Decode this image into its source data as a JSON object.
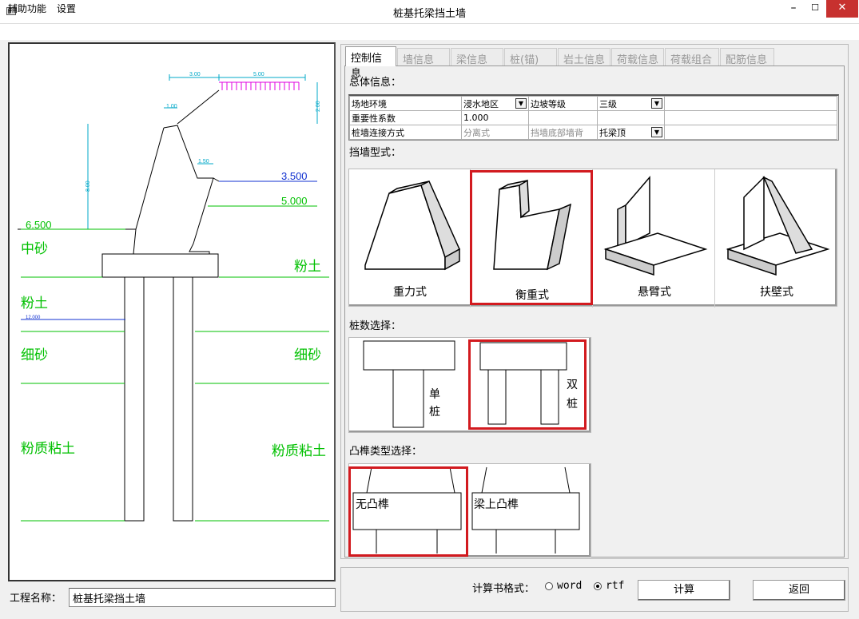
{
  "window": {
    "title": "桩基托梁挡土墙",
    "min_glyph": "–",
    "max_glyph": "☐",
    "close_glyph": "✕"
  },
  "menu": {
    "aux": "辅助功能",
    "settings": "设置"
  },
  "project": {
    "label": "工程名称：",
    "value": "桩基托梁挡土墙"
  },
  "tabs": [
    "控制信息",
    "墙信息",
    "梁信息",
    "桩(锚)",
    "岩土信息",
    "荷载信息",
    "荷载组合",
    "配筋信息"
  ],
  "sections": {
    "overall": "总体信息：",
    "wall_type": "挡墙型式：",
    "pile_count": "桩数选择：",
    "tenon_type": "凸榫类型选择："
  },
  "grid": {
    "r1": {
      "label": "场地环境",
      "value": "浸水地区",
      "label2": "边坡等级",
      "value2": "三级"
    },
    "r2": {
      "label": "重要性系数",
      "value": "1.000"
    },
    "r3": {
      "label": "桩墙连接方式",
      "value": "分离式",
      "label2": "挡墙底部墙背",
      "value2": "托梁顶"
    }
  },
  "wall_types": [
    {
      "label": "重力式",
      "selected": false
    },
    {
      "label": "衡重式",
      "selected": true
    },
    {
      "label": "悬臂式",
      "selected": false
    },
    {
      "label": "扶壁式",
      "selected": false
    }
  ],
  "pile_options": {
    "single_a": "单",
    "single_b": "桩",
    "double_a": "双",
    "double_b": "桩"
  },
  "tenon_options": {
    "none": "无凸榫",
    "beam": "梁上凸榫"
  },
  "footer": {
    "fmt_label": "计算书格式：",
    "word": "word",
    "rtf": "rtf",
    "calc": "计算",
    "back": "返回"
  },
  "drawing": {
    "elev1": "3.500",
    "elev2": "5.000",
    "elev3": "6.500",
    "elev4": "12.000",
    "soil": {
      "s1": "中砂",
      "s2": "粉土",
      "s3": "粉土",
      "s4": "细砂",
      "s5": "细砂",
      "s6": "粉质粘土",
      "s7": "粉质粘土"
    },
    "dims": {
      "d1": "3.00",
      "d2": "5.00",
      "d3": "1.00",
      "d4": "1.50",
      "d5": "8.00",
      "d6": "2.00"
    }
  },
  "colors": {
    "accent_red": "#d21a1f",
    "cad_green": "#00c000",
    "cad_blue": "#1030d0",
    "cad_magenta": "#e000e0"
  }
}
